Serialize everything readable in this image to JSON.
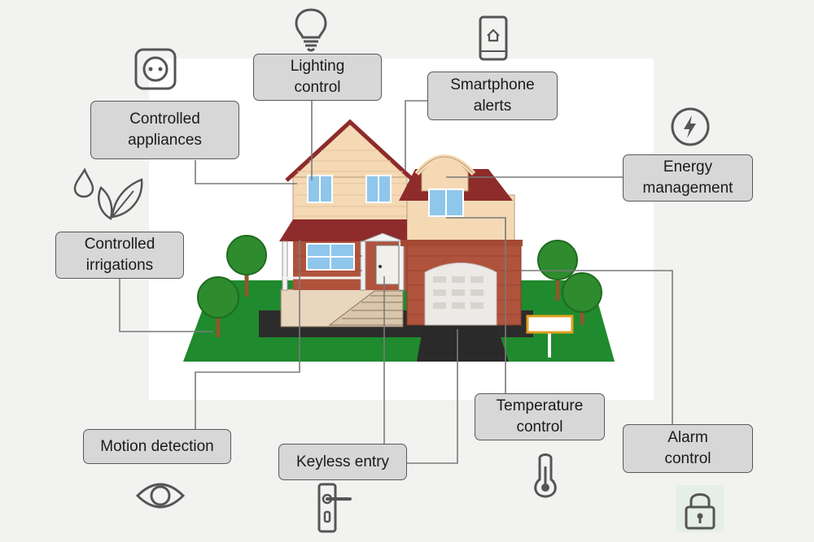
{
  "labels": {
    "lighting_control": "Lighting\ncontrol",
    "smartphone_alerts": "Smartphone\nalerts",
    "controlled_appliances": "Controlled\nappliances",
    "energy_management": "Energy\nmanagement",
    "controlled_irrigations": "Controlled\nirrigations",
    "motion_detection": "Motion detection",
    "keyless_entry": "Keyless entry",
    "temperature_control": "Temperature\ncontrol",
    "alarm_control": "Alarm\ncontrol"
  },
  "icons": {
    "lighting": "light-bulb-icon",
    "smartphone": "smartphone-icon",
    "appliances": "power-socket-icon",
    "energy": "lightning-bolt-icon",
    "irrigation": "water-drop-leaf-icon",
    "motion": "eye-icon",
    "keyless": "door-handle-icon",
    "temperature": "thermometer-icon",
    "alarm": "padlock-icon"
  },
  "colors": {
    "box_fill": "#d7d7d7",
    "box_border": "#595959",
    "icon_stroke": "#555555",
    "lawn": "#1f8a2e",
    "siding": "#f5d9b5",
    "roof": "#8e2b2b",
    "brick": "#b0533c"
  }
}
